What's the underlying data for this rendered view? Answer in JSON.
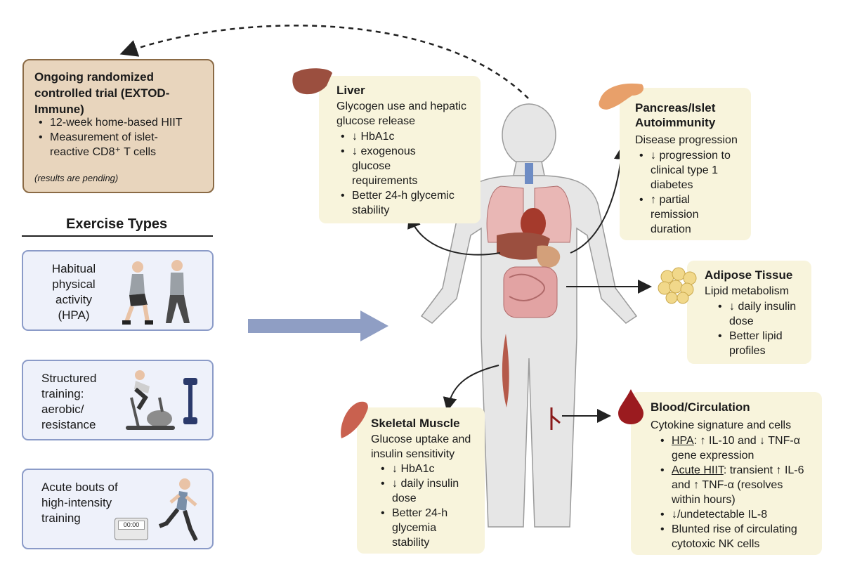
{
  "trial": {
    "title": "Ongoing randomized controlled trial (EXTOD-Immune)",
    "items": [
      "12-week home-based HIIT",
      "Measurement of islet-reactive CD8⁺ T cells"
    ],
    "note": "(results are pending)"
  },
  "exercise": {
    "heading": "Exercise Types",
    "types": [
      {
        "label": "Habitual physical activity (HPA)"
      },
      {
        "label": "Structured training: aerobic/ resistance"
      },
      {
        "label": "Acute bouts of high-intensity training"
      }
    ],
    "timer_display": "00:00"
  },
  "liver": {
    "title": "Liver",
    "subtitle": "Glycogen use and hepatic glucose release",
    "items": [
      "↓ HbA1c",
      "↓ exogenous glucose requirements",
      "Better 24-h glycemic stability"
    ]
  },
  "pancreas": {
    "title": "Pancreas/Islet Autoimmunity",
    "subtitle": "Disease progression",
    "items": [
      "↓ progression to clinical type 1 diabetes",
      "↑ partial remission duration"
    ]
  },
  "adipose": {
    "title": "Adipose Tissue",
    "subtitle": "Lipid metabolism",
    "items": [
      "↓ daily insulin dose",
      "Better lipid profiles"
    ]
  },
  "muscle": {
    "title": "Skeletal Muscle",
    "subtitle": "Glucose uptake and insulin sensitivity",
    "items": [
      "↓ HbA1c",
      "↓ daily insulin dose",
      "Better 24-h glycemia stability"
    ]
  },
  "blood": {
    "title": "Blood/Circulation",
    "subtitle": "Cytokine signature and cells",
    "items": [
      {
        "lead": "HPA",
        "text": ": ↑ IL-10 and ↓ TNF-α gene expression"
      },
      {
        "lead": "Acute HIIT",
        "text": ": transient ↑ IL-6 and ↑ TNF-α (resolves within hours)"
      },
      {
        "lead": "",
        "text": "↓/undetectable IL-8"
      },
      {
        "lead": "",
        "text": "Blunted rise of circulating cytotoxic NK cells"
      }
    ]
  },
  "colors": {
    "organ_box": "#f8f4dc",
    "trial_box": "#e8d5bd",
    "trial_border": "#8a6a45",
    "exercise_box": "#eef1fa",
    "exercise_border": "#8b9bc8",
    "big_arrow": "#8f9ec4"
  }
}
